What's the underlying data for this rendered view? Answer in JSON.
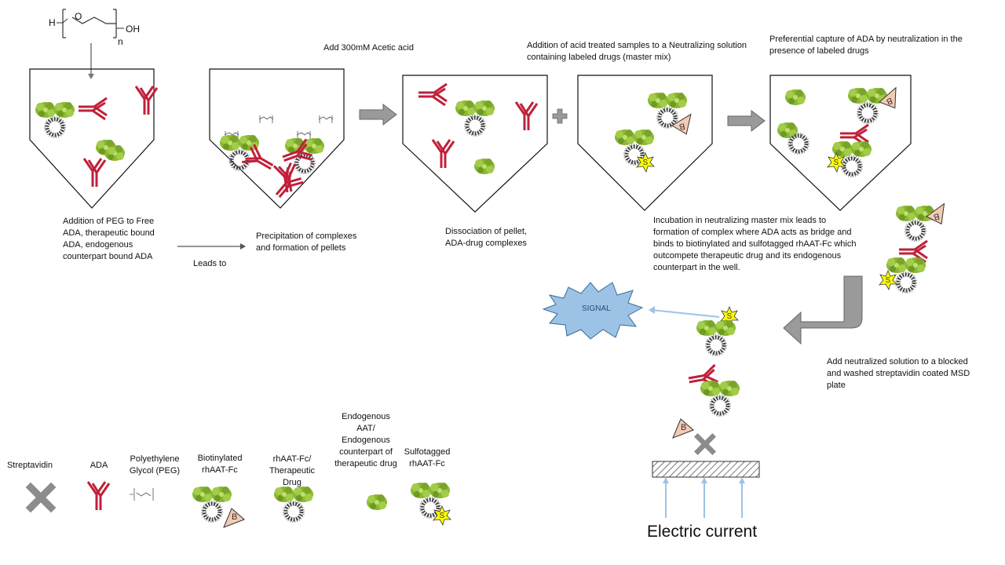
{
  "texts": {
    "peg_formula_h": "H",
    "peg_formula_o": "O",
    "peg_formula_oh": "OH",
    "peg_formula_n": "n",
    "step1_caption": "Addition of PEG to Free ADA,  therapeutic bound ADA, endogenous counterpart bound ADA",
    "leads_to": "Leads to",
    "step2_caption": "Precipitation of complexes and formation of pellets",
    "add_acid": "Add 300mM Acetic acid",
    "step3_caption": "Dissociation of pellet, ADA-drug complexes",
    "step4_title": "Addition of acid treated samples to a Neutralizing solution containing labeled drugs (master mix)",
    "step5_title": "Preferential capture of ADA by neutralization in the presence of labeled drugs",
    "incubation_caption": "Incubation in neutralizing master mix leads to formation of complex where ADA acts as bridge and binds to biotinylated and sulfotagged rhAAT-Fc which outcompete  therapeutic drug and its endogenous counterpart in the well.",
    "signal": "SIGNAL",
    "add_neutralized": "Add neutralized solution to a blocked and washed streptavidin coated MSD plate",
    "electric_current": "Electric current",
    "label_b": "B",
    "label_s": "S"
  },
  "legend": [
    {
      "id": "streptavidin",
      "label": "Streptavidin",
      "icon": "grey-x-icon"
    },
    {
      "id": "ada",
      "label": "ADA",
      "icon": "red-antibody-icon"
    },
    {
      "id": "peg",
      "label": "Polyethylene Glycol (PEG)",
      "icon": "peg-structure-icon"
    },
    {
      "id": "biotinylated",
      "label": "Biotinylated rhAAT-Fc",
      "icon": "biotin-drug-icon"
    },
    {
      "id": "therapeutic",
      "label": "rhAAT-Fc/ Therapeutic Drug",
      "icon": "drug-icon"
    },
    {
      "id": "endogenous",
      "label": "Endogenous AAT/ Endogenous counterpart of therapeutic drug",
      "icon": "endogenous-aat-icon"
    },
    {
      "id": "sulfotagged",
      "label": "Sulfotagged rhAAT-Fc",
      "icon": "sulfotag-drug-icon"
    }
  ],
  "colors": {
    "antibody_red": "#c0203a",
    "protein_green": "#8ab832",
    "protein_dark_green": "#5e8a1e",
    "fc_grey": "#555555",
    "arrow_grey": "#9a9a9a",
    "signal_blue": "#9cc3e6",
    "current_blue": "#9dc3e6",
    "biotin_tag": "#f4cbb4",
    "sulfo_tag": "#ffff00"
  }
}
